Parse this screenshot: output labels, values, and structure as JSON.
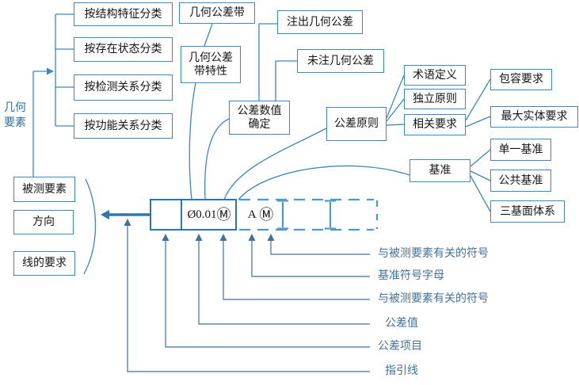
{
  "colors": {
    "line_blue": "#3a87c5",
    "frame_blue": "#2E75B6",
    "dash_blue": "#4a9ad2",
    "label_blue": "#41719C",
    "box_text": "#141414"
  },
  "left_tree": {
    "root_label": "几何\n要素",
    "classifications": [
      "按结构特征分类",
      "按存在状态分类",
      "按检测关系分类",
      "按功能关系分类"
    ],
    "elements": [
      "被测要素",
      "方向",
      "线的要求"
    ]
  },
  "nodes": {
    "tolerance_zone": "几何公差带",
    "tolerance_zone_characteristics": "几何公差\n带特性",
    "specified_tolerance": "注出几何公差",
    "unspecified_tolerance": "未注几何公差",
    "tolerance_value_determination": "公差数值\n确定",
    "tolerance_principle": "公差原则",
    "term_definition": "术语定义",
    "independence_principle": "独立原则",
    "related_requirement": "相关要求",
    "envelope_requirement": "包容要求",
    "max_material_requirement": "最大实体要求",
    "datum": "基准",
    "single_datum": "单一基准",
    "common_datum": "公共基准",
    "three_plane_system": "三基面体系"
  },
  "frame": {
    "value_prefix": "Ø0.01",
    "value_symbol": "Ⓜ",
    "datum_letter": "A",
    "datum_symbol": "Ⓜ"
  },
  "callouts": [
    "与被测要素有关的符号",
    "基准符号字母",
    "与被测要素有关的符号",
    "公差值",
    "公差项目",
    "指引线"
  ]
}
